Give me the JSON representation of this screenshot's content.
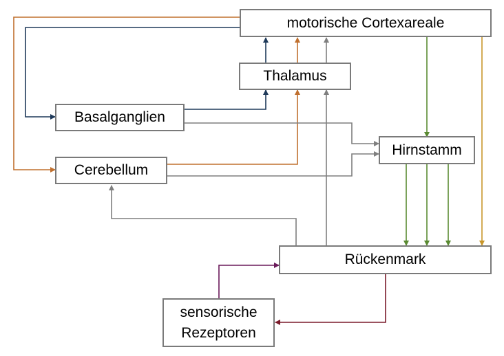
{
  "nodes": {
    "cortex": "motorische Cortexareale",
    "thalamus": "Thalamus",
    "basal": "Basalganglien",
    "cerebellum": "Cerebellum",
    "hirnstamm": "Hirnstamm",
    "rueckenmark": "Rückenmark",
    "sensor_line1": "sensorische",
    "sensor_line2": "Rezeptoren"
  },
  "colors": {
    "gray": "#7f7f7f",
    "navy": "#1f3a5a",
    "orange": "#c0702f",
    "green": "#5a8a32",
    "gold": "#c8962a",
    "maroon": "#7a1a2a",
    "purple": "#6a1a5a",
    "box_border": "#7a7a7a"
  }
}
